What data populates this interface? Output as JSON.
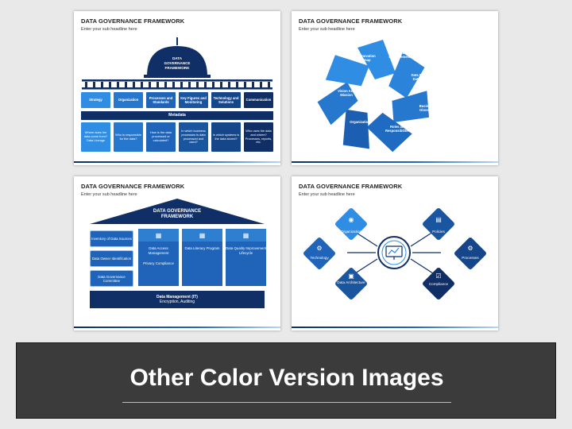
{
  "colors": {
    "navy": "#0f2f66",
    "blue": "#1f64b8",
    "light_blue": "#2f8de4",
    "banner_bg": "#3b3b3b"
  },
  "slides": [
    {
      "title": "DATA GOVERNANCE FRAMEWORK",
      "subtitle": "Enter your sub headline here",
      "dome_label": "DATA\nGOVERNANCE\nFRAMEWORK",
      "categories": [
        "Strategy",
        "Organization",
        "Processes and Standards",
        "Key Figures and Monitoring",
        "Technology and Solutions",
        "Communication"
      ],
      "metadata_label": "Metadata",
      "questions": [
        "Where does the data come from? Data Lineage",
        "Who is responsible for the data?",
        "How is the data processed or calculated?",
        "In which business processes is data processed and used?",
        "In which systems is the data stored?",
        "Who uses the data and where? Processes, reports, etc."
      ]
    },
    {
      "title": "DATA GOVERNANCE FRAMEWORK",
      "subtitle": "Enter your sub headline here",
      "segments": [
        "Data Innovation Roadmap",
        "Data Quality Measurement",
        "Data Policies and Data Standards",
        "Business Glossary",
        "Roles and Responsibilities",
        "Organization",
        "Vision And Mission"
      ]
    },
    {
      "title": "DATA GOVERNANCE FRAMEWORK",
      "subtitle": "Enter your sub headline here",
      "roof_label": "DATA GOVERNANCE\nFRAMEWORK",
      "left_items": [
        "Inventory of Data Sources",
        "Data Owner Identification",
        "Data Governance Committee"
      ],
      "columns": [
        {
          "label": "Data Access Management",
          "sub": "Privacy Compliance"
        },
        {
          "label": "Data Literacy Program",
          "sub": ""
        },
        {
          "label": "Data Quality Improvement Lifecycle",
          "sub": ""
        }
      ],
      "base_label": "Data Management (IT)",
      "base_sub": "Encryption, Auditing"
    },
    {
      "title": "DATA GOVERNANCE FRAMEWORK",
      "subtitle": "Enter your sub headline here",
      "left_items": [
        "Organization",
        "Technology",
        "Data Architecture"
      ],
      "right_items": [
        "Policies",
        "Processes",
        "Compliance"
      ]
    }
  ],
  "banner": {
    "title": "Other Color Version Images"
  }
}
